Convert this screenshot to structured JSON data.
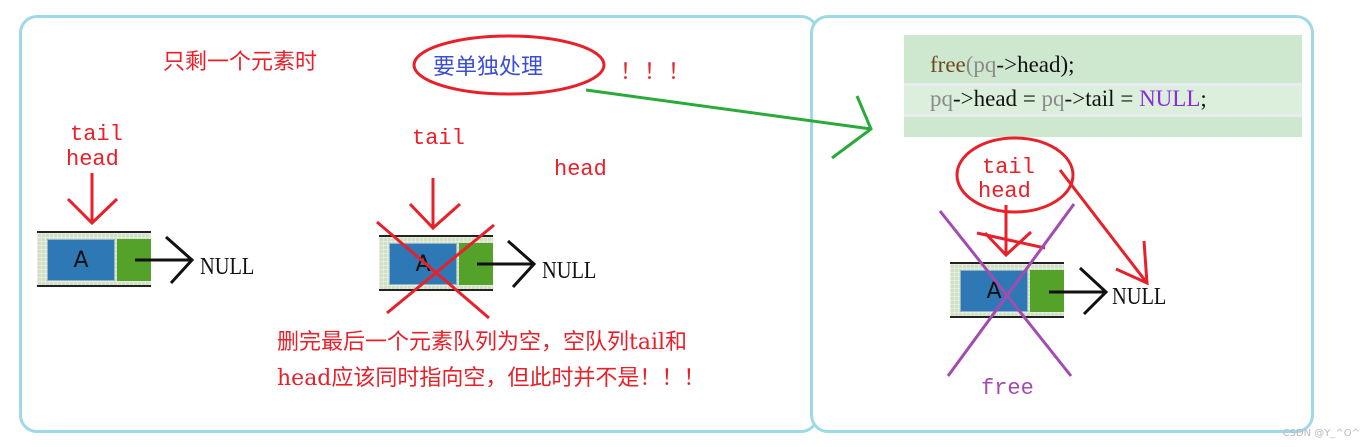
{
  "left_panel": {
    "title": "只剩一个元素时",
    "callout": "要单独处理",
    "exclaim": "！！！",
    "before": {
      "pointer_tail": "tail",
      "pointer_head": "head",
      "node_value": "A",
      "next_target": "NULL"
    },
    "after": {
      "pointer_tail": "tail",
      "pointer_head": "head",
      "node_value": "A",
      "next_target": "NULL"
    },
    "note_line1": "删完最后一个元素队列为空，空队列tail和",
    "note_line2": "head应该同时指向空，但此时并不是！！！"
  },
  "right_panel": {
    "code": {
      "line1": {
        "fn": "free",
        "open": "(",
        "arg": "pq",
        "arrow": "->",
        "field": "head",
        "close": ");"
      },
      "line2": {
        "a": "pq",
        "arrow1": "->",
        "f1": "head",
        "eq1": " = ",
        "b": "pq",
        "arrow2": "->",
        "f2": "tail",
        "eq2": " = ",
        "null": "NULL",
        "semi": ";"
      }
    },
    "pointer_tail": "tail",
    "pointer_head": "head",
    "node_value": "A",
    "next_target": "NULL",
    "free_label": "free"
  },
  "colors": {
    "annotation_red": "#e8202a",
    "callout_blue": "#3a4fd6",
    "arrow_green": "#2aaa3a",
    "cross_purple": "#a24bb0",
    "panel_border": "#9fd8e6",
    "node_data": "#2e78b5",
    "node_next": "#54a22a",
    "code_bg": "#cee7cf"
  },
  "watermark": "CSDN @Y_^O^"
}
